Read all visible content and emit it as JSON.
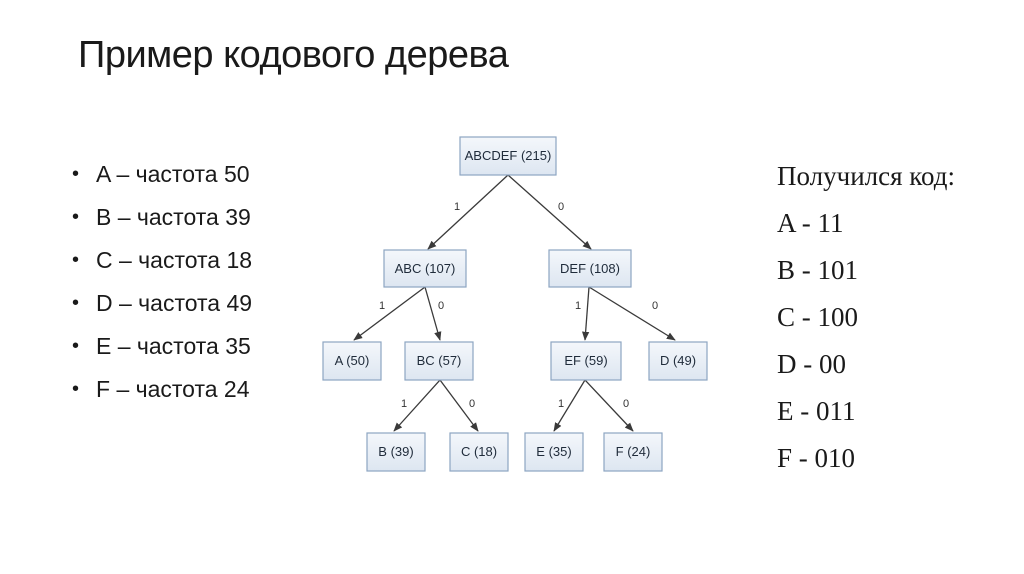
{
  "title": "Пример кодового дерева",
  "bullets": [
    "A – частота 50",
    "B – частота 39",
    "C – частота 18",
    "D – частота 49",
    "E – частота 35",
    "F – частота 24"
  ],
  "bullet_glyph": "•",
  "result": {
    "heading": "Получился код:",
    "codes": [
      "A - 11",
      "B - 101",
      "C - 100",
      "D - 00",
      "E - 011",
      "F - 010"
    ]
  },
  "tree": {
    "root": "ABCDEF (215)",
    "abc": "ABC (107)",
    "def": "DEF (108)",
    "a": "A (50)",
    "bc": "BC (57)",
    "ef": "EF (59)",
    "d": "D (49)",
    "b": "B (39)",
    "c": "C (18)",
    "e": "E (35)",
    "f": "F (24)",
    "edge_one": "1",
    "edge_zero": "0"
  },
  "colors": {
    "node_fill_top": "#f4f7fb",
    "node_fill_bottom": "#dde6f1",
    "node_border": "#8da5c2"
  }
}
